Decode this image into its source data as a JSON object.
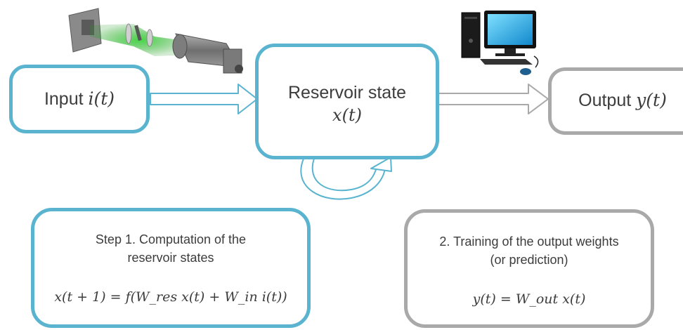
{
  "colors": {
    "accent": "#5ab4cf",
    "neutral": "#a9a9a9",
    "text": "#3c3c3c"
  },
  "input": {
    "text": "Input",
    "math": "i(t)"
  },
  "reservoir": {
    "text": "Reservoir state",
    "math": "x(t)"
  },
  "output": {
    "text": "Output",
    "math": "y(t)"
  },
  "step1": {
    "line1": "Step 1. Computation of the",
    "line2": "reservoir states",
    "equation": "x(t + 1) = f(W_res x(t) + W_in i(t))"
  },
  "step2": {
    "line1": "2. Training of the output weights",
    "line2": "(or prediction)",
    "equation": "y(t) = W_out x(t)"
  },
  "icons": [
    "optical-setup-icon",
    "computer-icon"
  ]
}
